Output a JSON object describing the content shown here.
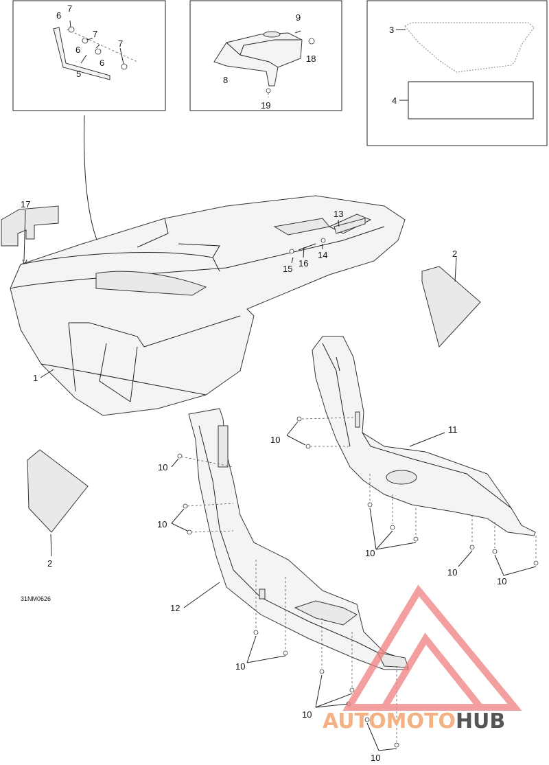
{
  "diagram": {
    "drawing_code": "31NM0626",
    "labels": [
      {
        "id": "c6a",
        "text": "6"
      },
      {
        "id": "c7a",
        "text": "7"
      },
      {
        "id": "c7b",
        "text": "7"
      },
      {
        "id": "c7c",
        "text": "7"
      },
      {
        "id": "c6b",
        "text": "6"
      },
      {
        "id": "c6c",
        "text": "6"
      },
      {
        "id": "c5",
        "text": "5"
      },
      {
        "id": "c9",
        "text": "9"
      },
      {
        "id": "c18",
        "text": "18"
      },
      {
        "id": "c8",
        "text": "8"
      },
      {
        "id": "c19",
        "text": "19"
      },
      {
        "id": "c3",
        "text": "3"
      },
      {
        "id": "c4",
        "text": "4"
      },
      {
        "id": "c17",
        "text": "17"
      },
      {
        "id": "c13",
        "text": "13"
      },
      {
        "id": "c15",
        "text": "15"
      },
      {
        "id": "c16",
        "text": "16"
      },
      {
        "id": "c14",
        "text": "14"
      },
      {
        "id": "c2a",
        "text": "2"
      },
      {
        "id": "c1",
        "text": "1"
      },
      {
        "id": "c11",
        "text": "11"
      },
      {
        "id": "c10a",
        "text": "10"
      },
      {
        "id": "c10b",
        "text": "10"
      },
      {
        "id": "c10c",
        "text": "10"
      },
      {
        "id": "c2b",
        "text": "2"
      },
      {
        "id": "c10d",
        "text": "10"
      },
      {
        "id": "c10e",
        "text": "10"
      },
      {
        "id": "c10f",
        "text": "10"
      },
      {
        "id": "c12",
        "text": "12"
      },
      {
        "id": "c10g",
        "text": "10"
      },
      {
        "id": "c10h",
        "text": "10"
      },
      {
        "id": "c10i",
        "text": "10"
      }
    ]
  },
  "watermark": {
    "text_part1": "AUTO",
    "text_part2": "MOTO",
    "text_part3": "HUB",
    "color_primary": "#f4a98a",
    "color_accent": "#f39c6b",
    "color_dark": "#555555",
    "triangle_color": "#f08080"
  }
}
